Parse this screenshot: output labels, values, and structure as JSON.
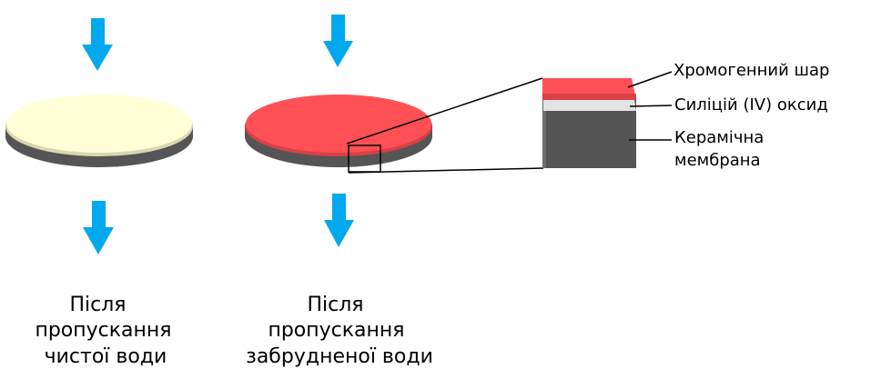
{
  "colors": {
    "arrow": "#00a8ee",
    "clean_disc_top": "#ffffd8",
    "clean_disc_rim": "#d8d7b0",
    "dirty_disc_top": "#ff5155",
    "dirty_disc_rim": "#d94046",
    "disc_base": "#555555",
    "chromogenic_layer": "#ff5155",
    "silica_layer": "#e3e3e3",
    "ceramic_layer": "#555555"
  },
  "captions": {
    "clean": [
      "Після",
      "пропускання",
      "чистої води"
    ],
    "dirty": [
      "Після",
      "пропускання",
      "забрудненої води"
    ]
  },
  "layers": {
    "chromogenic": "Хромогенний шар",
    "silica": "Силіцій (IV) оксид",
    "ceramic": [
      "Керамічна",
      "мембрана"
    ]
  }
}
